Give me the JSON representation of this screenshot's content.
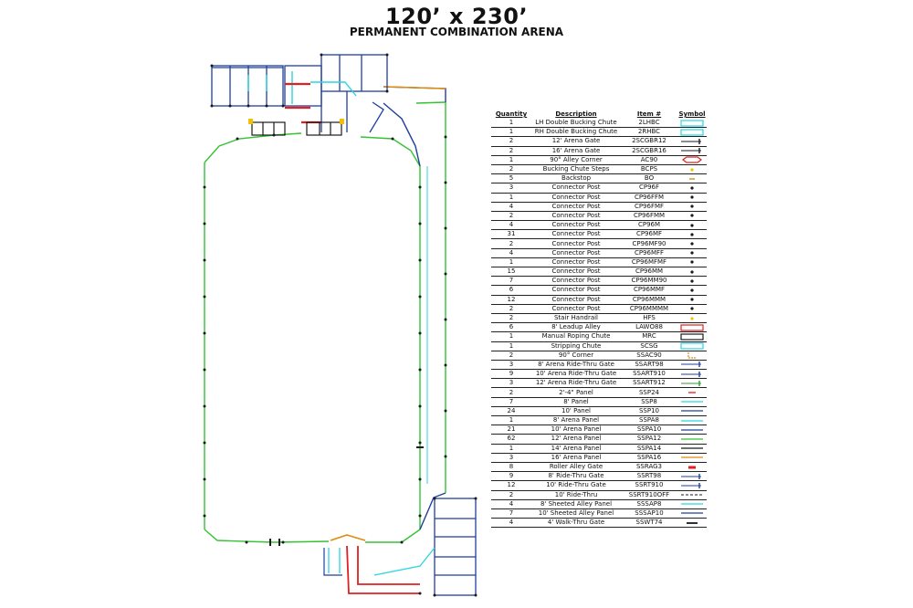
{
  "header": {
    "title": "120’ x 230’",
    "subtitle": "PERMANENT COMBINATION ARENA"
  },
  "legend": {
    "columns": [
      "Quantity",
      "Description",
      "Item #",
      "Symbol"
    ],
    "rows": [
      {
        "qty": "1",
        "desc": "LH Double Bucking Chute",
        "item": "2LHBC",
        "color": "#29d6e0",
        "symbol": "box"
      },
      {
        "qty": "1",
        "desc": "RH Double Bucking Chute",
        "item": "2RHBC",
        "color": "#29d6e0",
        "symbol": "box"
      },
      {
        "qty": "2",
        "desc": "12' Arena Gate",
        "item": "2SCGBR12",
        "color": "#1a1a1a",
        "symbol": "gate"
      },
      {
        "qty": "2",
        "desc": "16' Arena Gate",
        "item": "2SCGBR16",
        "color": "#1a1a1a",
        "symbol": "gate"
      },
      {
        "qty": "1",
        "desc": "90° Alley Corner",
        "item": "AC90",
        "color": "#e02020",
        "symbol": "hex"
      },
      {
        "qty": "2",
        "desc": "Bucking Chute Steps",
        "item": "BCPS",
        "color": "#f2c200",
        "symbol": "dot"
      },
      {
        "qty": "5",
        "desc": "Backstop",
        "item": "BO",
        "color": "#e08a10",
        "symbol": "dash"
      },
      {
        "qty": "3",
        "desc": "Connector Post",
        "item": "CP96F",
        "color": "#1a1a1a",
        "symbol": "dot"
      },
      {
        "qty": "1",
        "desc": "Connector Post",
        "item": "CP96FFM",
        "color": "#1a1a1a",
        "symbol": "dot"
      },
      {
        "qty": "4",
        "desc": "Connector Post",
        "item": "CP96FMF",
        "color": "#1a1a1a",
        "symbol": "dot"
      },
      {
        "qty": "2",
        "desc": "Connector Post",
        "item": "CP96FMM",
        "color": "#1a1a1a",
        "symbol": "dot"
      },
      {
        "qty": "4",
        "desc": "Connector Post",
        "item": "CP96M",
        "color": "#1a1a1a",
        "symbol": "dot"
      },
      {
        "qty": "31",
        "desc": "Connector Post",
        "item": "CP96MF",
        "color": "#1a1a1a",
        "symbol": "dot"
      },
      {
        "qty": "2",
        "desc": "Connector Post",
        "item": "CP96MF90",
        "color": "#1a1a1a",
        "symbol": "dot"
      },
      {
        "qty": "4",
        "desc": "Connector Post",
        "item": "CP96MFF",
        "color": "#1a1a1a",
        "symbol": "dot"
      },
      {
        "qty": "1",
        "desc": "Connector Post",
        "item": "CP96MFMF",
        "color": "#1a1a1a",
        "symbol": "dot"
      },
      {
        "qty": "15",
        "desc": "Connector Post",
        "item": "CP96MM",
        "color": "#1a1a1a",
        "symbol": "dot"
      },
      {
        "qty": "7",
        "desc": "Connector Post",
        "item": "CP96MM90",
        "color": "#1a1a1a",
        "symbol": "dot"
      },
      {
        "qty": "6",
        "desc": "Connector Post",
        "item": "CP96MMF",
        "color": "#1a1a1a",
        "symbol": "dot"
      },
      {
        "qty": "12",
        "desc": "Connector Post",
        "item": "CP96MMM",
        "color": "#1a1a1a",
        "symbol": "dot"
      },
      {
        "qty": "2",
        "desc": "Connector Post",
        "item": "CP96MMMM",
        "color": "#1a1a1a",
        "symbol": "dot"
      },
      {
        "qty": "2",
        "desc": "Stair Handrail",
        "item": "HFS",
        "color": "#f2c200",
        "symbol": "dot"
      },
      {
        "qty": "6",
        "desc": "8' Leadup Alley",
        "item": "LAWO88",
        "color": "#e02020",
        "symbol": "box"
      },
      {
        "qty": "1",
        "desc": "Manual Roping Chute",
        "item": "MRC",
        "color": "#1a1a1a",
        "symbol": "box"
      },
      {
        "qty": "1",
        "desc": "Stripping Chute",
        "item": "SCSG",
        "color": "#29d6e0",
        "symbol": "box"
      },
      {
        "qty": "2",
        "desc": "90° Corner",
        "item": "SSAC90",
        "color": "#e08a10",
        "symbol": "corner"
      },
      {
        "qty": "3",
        "desc": "8' Arena Ride-Thru Gate",
        "item": "SSART98",
        "color": "#1f3f9e",
        "symbol": "gate"
      },
      {
        "qty": "9",
        "desc": "10' Arena Ride-Thru Gate",
        "item": "SSART910",
        "color": "#1f3f9e",
        "symbol": "gate"
      },
      {
        "qty": "3",
        "desc": "12' Arena Ride-Thru Gate",
        "item": "SSART912",
        "color": "#2e9e2e",
        "symbol": "gate"
      },
      {
        "qty": "2",
        "desc": "2'-4\" Panel",
        "item": "SSP24",
        "color": "#e02020",
        "symbol": "short"
      },
      {
        "qty": "7",
        "desc": "8' Panel",
        "item": "SSP8",
        "color": "#29d6e0",
        "symbol": "line"
      },
      {
        "qty": "24",
        "desc": "10' Panel",
        "item": "SSP10",
        "color": "#1f3f9e",
        "symbol": "line"
      },
      {
        "qty": "1",
        "desc": "8' Arena Panel",
        "item": "SSPA8",
        "color": "#29d6e0",
        "symbol": "line"
      },
      {
        "qty": "21",
        "desc": "10' Arena Panel",
        "item": "SSPA10",
        "color": "#1f3f9e",
        "symbol": "line"
      },
      {
        "qty": "62",
        "desc": "12' Arena Panel",
        "item": "SSPA12",
        "color": "#35c235",
        "symbol": "line"
      },
      {
        "qty": "1",
        "desc": "14' Arena Panel",
        "item": "SSPA14",
        "color": "#1a1a1a",
        "symbol": "line"
      },
      {
        "qty": "3",
        "desc": "16' Arena Panel",
        "item": "SSPA16",
        "color": "#e08a10",
        "symbol": "line"
      },
      {
        "qty": "8",
        "desc": "Roller Alley Gate",
        "item": "SSRAG3",
        "color": "#e02020",
        "symbol": "thick"
      },
      {
        "qty": "9",
        "desc": "8' Ride-Thru Gate",
        "item": "SSRT98",
        "color": "#1f3f9e",
        "symbol": "gate"
      },
      {
        "qty": "12",
        "desc": "10' Ride-Thru Gate",
        "item": "SSRT910",
        "color": "#1f3f9e",
        "symbol": "gate"
      },
      {
        "qty": "2",
        "desc": "10' Ride-Thru",
        "item": "SSRT910OFF",
        "color": "#1a1a1a",
        "symbol": "dashed"
      },
      {
        "qty": "4",
        "desc": "8' Sheeted Alley Panel",
        "item": "SSSAP8",
        "color": "#29d6e0",
        "symbol": "line"
      },
      {
        "qty": "7",
        "desc": "10' Sheeted Alley Panel",
        "item": "SSSAP10",
        "color": "#1f3f9e",
        "symbol": "line"
      },
      {
        "qty": "4",
        "desc": "4' Walk-Thru Gate",
        "item": "SSWT74",
        "color": "#1a1a1a",
        "symbol": "walk"
      }
    ]
  },
  "colors": {
    "arena_panel_12": "#35c235",
    "panel_10": "#1f3f9e",
    "panel_8": "#29d6e0",
    "alley_red": "#e02020",
    "corner_orange": "#e08a10",
    "steps_yellow": "#f2c200",
    "post": "#1a1a1a"
  }
}
